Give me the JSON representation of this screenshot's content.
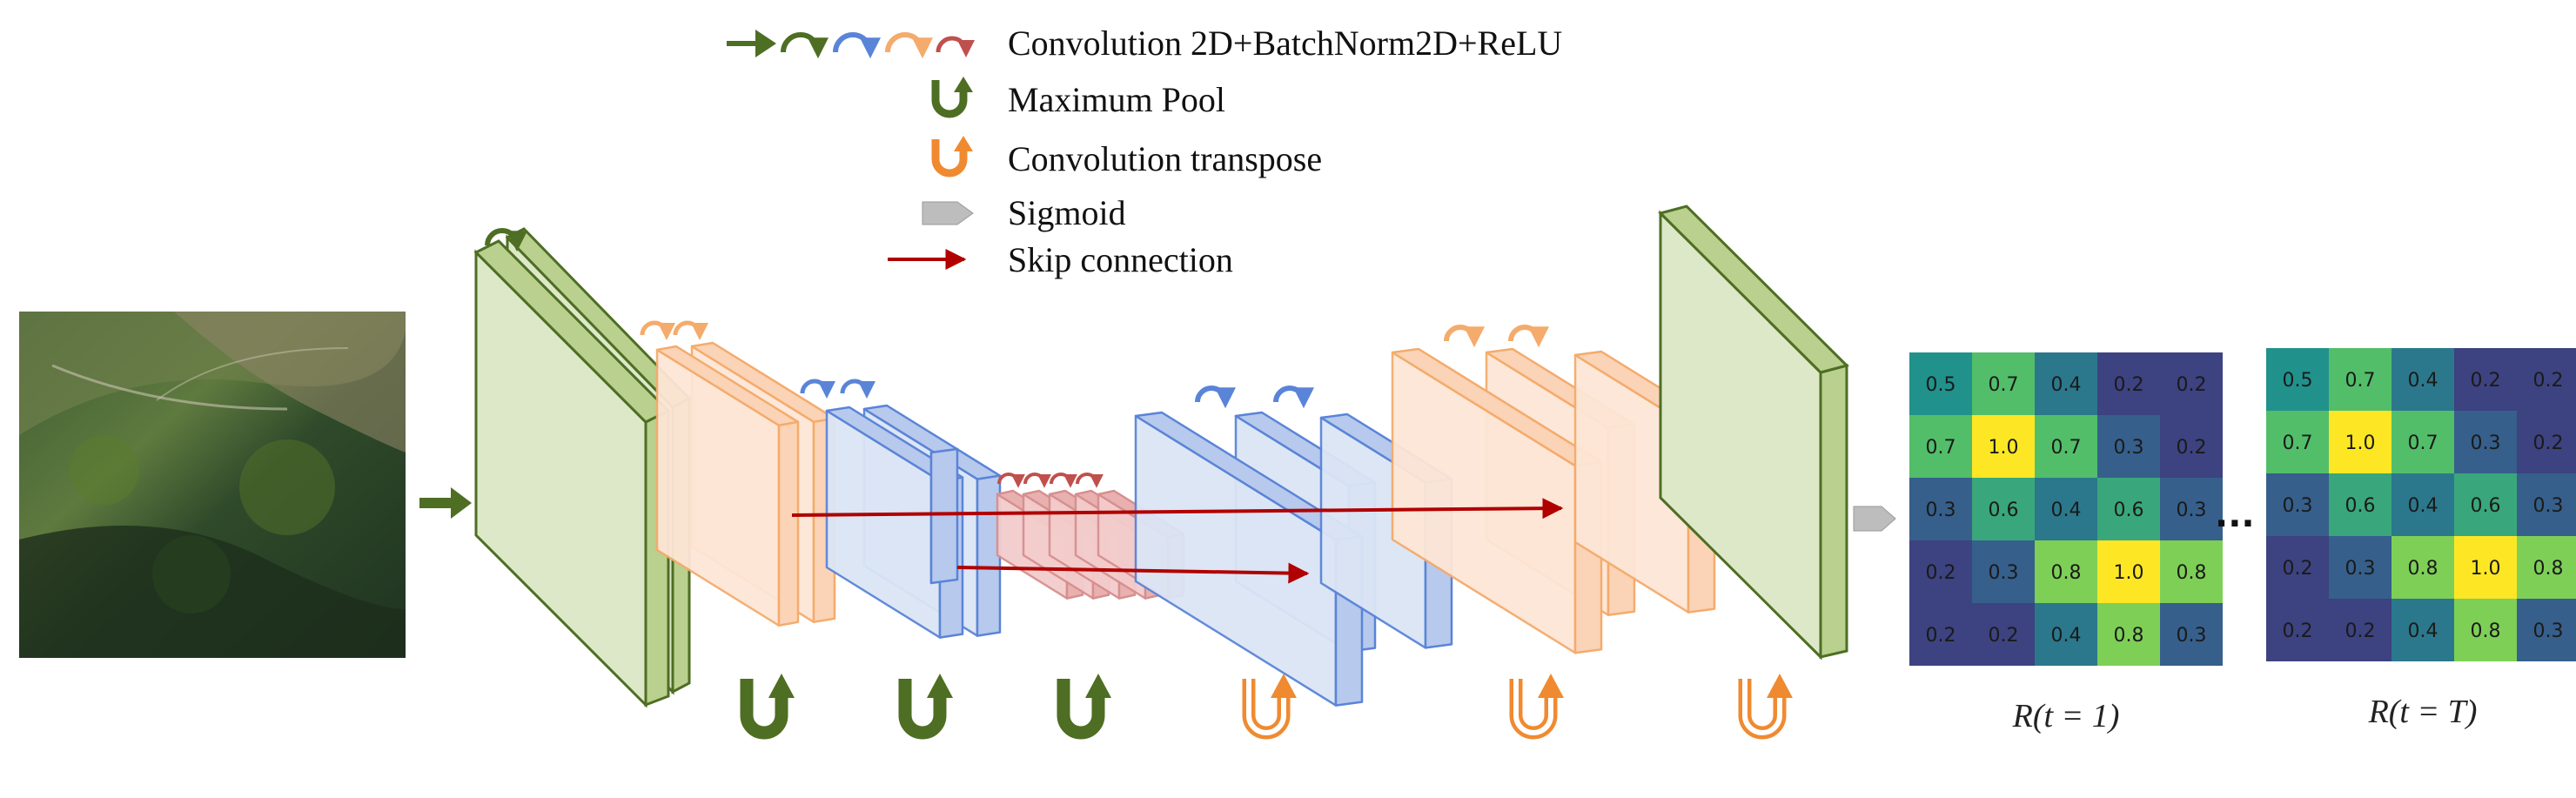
{
  "legend": {
    "conv_label": "Convolution 2D+BatchNorm2D+ReLU",
    "maxpool_label": "Maximum Pool",
    "convtranspose_label": "Convolution transpose",
    "sigmoid_label": "Sigmoid",
    "skip_label": "Skip connection"
  },
  "output": {
    "ellipsis": "...",
    "maps": [
      {
        "caption": "R(t = 1)",
        "grid": [
          [
            "0.5",
            "0.7",
            "0.4",
            "0.2",
            "0.2"
          ],
          [
            "0.7",
            "1.0",
            "0.7",
            "0.3",
            "0.2"
          ],
          [
            "0.3",
            "0.6",
            "0.4",
            "0.6",
            "0.3"
          ],
          [
            "0.2",
            "0.3",
            "0.8",
            "1.0",
            "0.8"
          ],
          [
            "0.2",
            "0.2",
            "0.4",
            "0.8",
            "0.3"
          ]
        ]
      },
      {
        "caption": "R(t = T)",
        "grid": [
          [
            "0.5",
            "0.7",
            "0.4",
            "0.2",
            "0.2"
          ],
          [
            "0.7",
            "1.0",
            "0.7",
            "0.3",
            "0.2"
          ],
          [
            "0.3",
            "0.6",
            "0.4",
            "0.6",
            "0.3"
          ],
          [
            "0.2",
            "0.3",
            "0.8",
            "1.0",
            "0.8"
          ],
          [
            "0.2",
            "0.2",
            "0.4",
            "0.8",
            "0.3"
          ]
        ]
      }
    ]
  },
  "colors": {
    "green_dark": "#4e6e23",
    "green_fill": "#dde8c8",
    "green_side": "#b9d08e",
    "orange": "#f4ab6c",
    "orange_fill": "#fde6d6",
    "orange_side": "#fbd3b6",
    "blue": "#5a84d8",
    "blue_fill": "#dbe5f5",
    "blue_side": "#b7c9ec",
    "red_block": "#d78f8f",
    "red_fill": "#f3cccc",
    "red_side": "#e9b0b0",
    "arrow_red": "#b00000",
    "sigmoid_gray": "#bdbdbd"
  },
  "icons": [
    "conv-arrow-icon",
    "maxpool-icon",
    "convtranspose-icon",
    "sigmoid-icon",
    "skip-connection-icon"
  ]
}
